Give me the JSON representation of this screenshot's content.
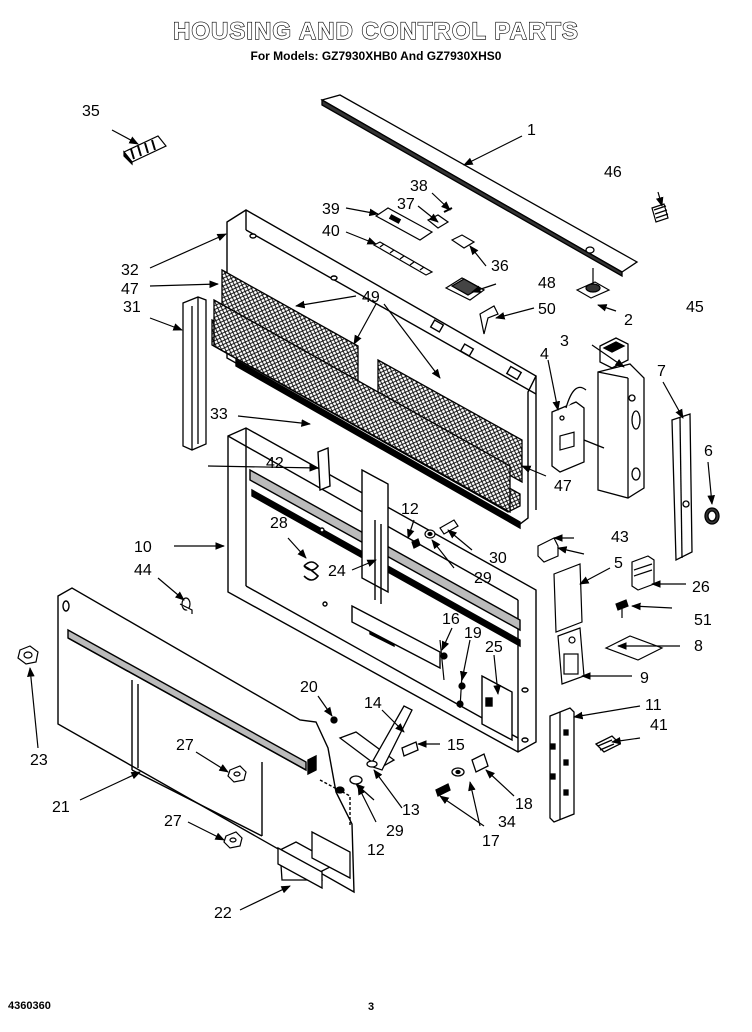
{
  "header": {
    "title": "HOUSING AND CONTROL PARTS",
    "subtitle": "For Models: GZ7930XHB0 And GZ7930XHS0"
  },
  "footer": {
    "doc_number": "4360360",
    "page_number": "3"
  },
  "callouts": {
    "p1": "1",
    "p2": "2",
    "p3": "3",
    "p4": "4",
    "p5": "5",
    "p6": "6",
    "p7": "7",
    "p8": "8",
    "p9": "9",
    "p10": "10",
    "p11": "11",
    "p12a": "12",
    "p12b": "12",
    "p13": "13",
    "p14": "14",
    "p15": "15",
    "p16": "16",
    "p17": "17",
    "p18": "18",
    "p19": "19",
    "p20": "20",
    "p21": "21",
    "p22": "22",
    "p23": "23",
    "p24": "24",
    "p25": "25",
    "p26": "26",
    "p27a": "27",
    "p27b": "27",
    "p28": "28",
    "p29a": "29",
    "p29b": "29",
    "p30": "30",
    "p31": "31",
    "p32": "32",
    "p33": "33",
    "p34": "34",
    "p35": "35",
    "p36": "36",
    "p37": "37",
    "p38": "38",
    "p39": "39",
    "p40": "40",
    "p41": "41",
    "p42": "42",
    "p43": "43",
    "p44": "44",
    "p45": "45",
    "p46": "46",
    "p47a": "47",
    "p47b": "47",
    "p48": "48",
    "p49": "49",
    "p50": "50",
    "p51": "51"
  }
}
